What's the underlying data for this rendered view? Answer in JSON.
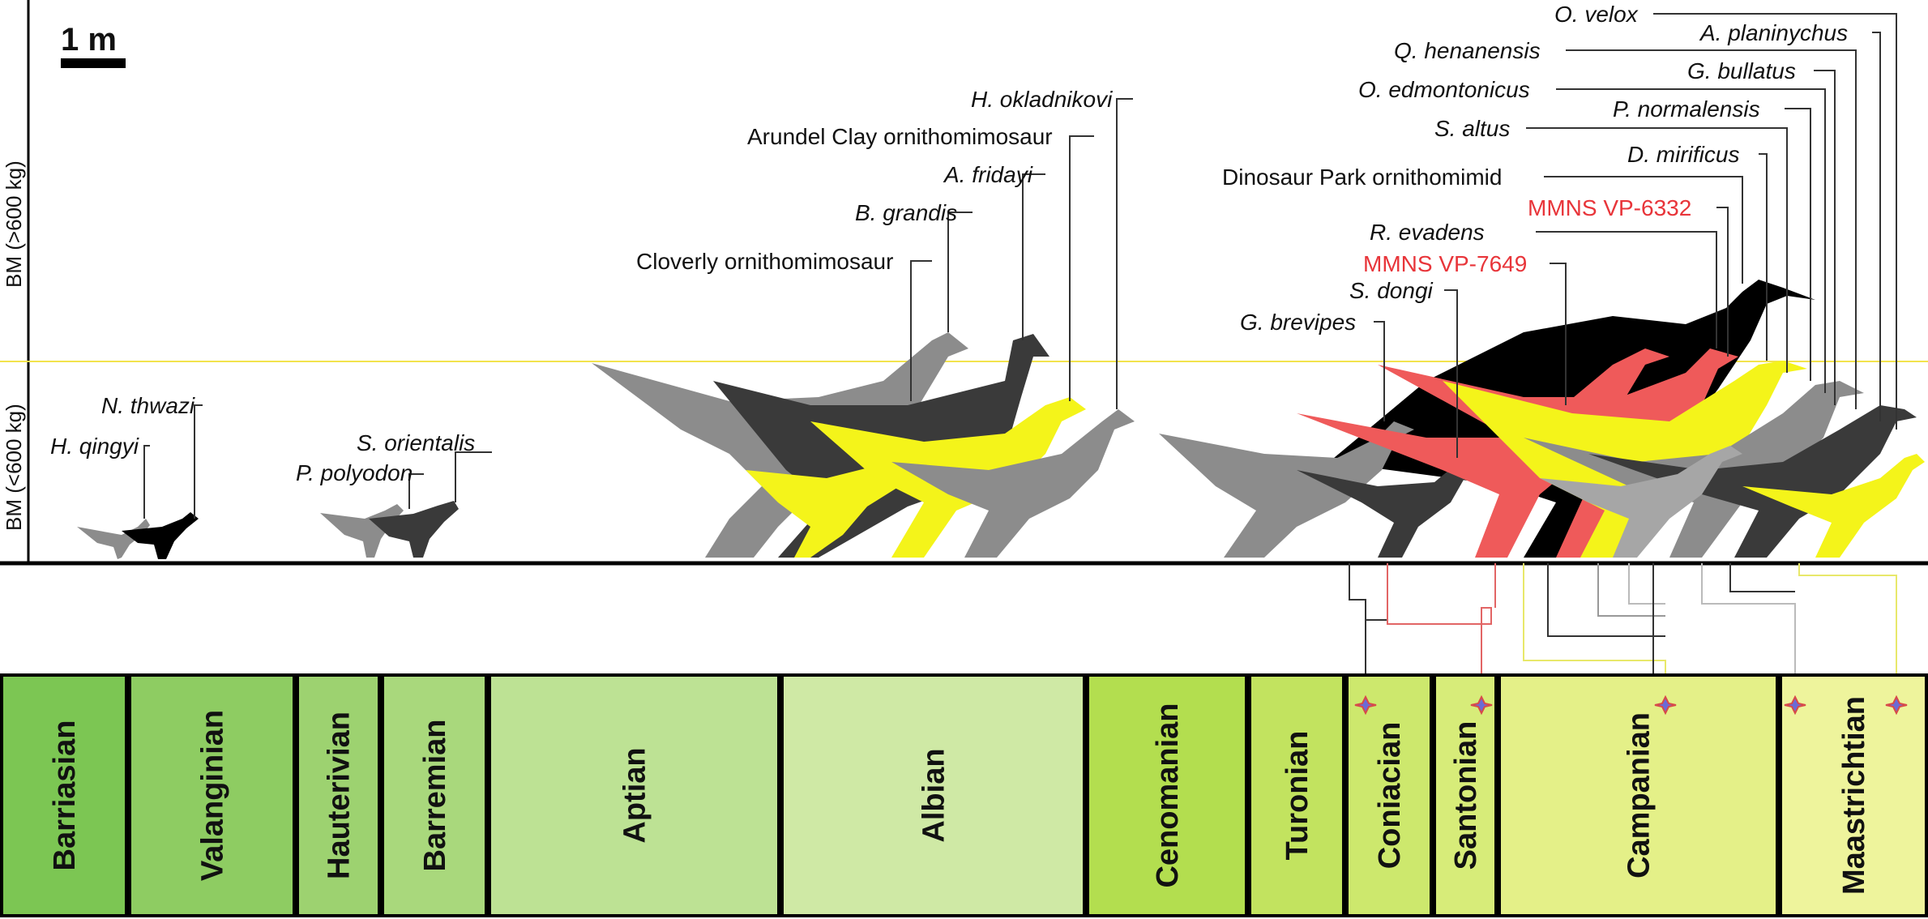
{
  "scale_bar": {
    "label": "1 m"
  },
  "axis": {
    "upper_label": "BM (>600 kg)",
    "lower_label": "BM (<600 kg)"
  },
  "colors": {
    "threshold_line": "#f2e34d",
    "gray": "#8c8c8c",
    "dark": "#3a3a3a",
    "black": "#000000",
    "yellow": "#f4f41a",
    "red": "#ef5a5a",
    "label_red": "#e8353a"
  },
  "taxa": {
    "h_qingyi": "H. qingyi",
    "n_thwazi": "N. thwazi",
    "p_polyodon": "P. polyodon",
    "s_orientalis": "S. orientalis",
    "cloverly": "Cloverly ornithomimosaur",
    "b_grandis": "B. grandis",
    "arundel": "Arundel Clay ornithomimosaur",
    "a_fridayi": "A. fridayi",
    "h_okladnikovi": "H. okladnikovi",
    "g_brevipes": "G. brevipes",
    "s_dongi": "S. dongi",
    "mmns_7649": "MMNS VP-7649",
    "r_evadens": "R. evadens",
    "mmns_6332": "MMNS VP-6332",
    "dinosaur_park": "Dinosaur Park ornithomimid",
    "d_mirificus": "D. mirificus",
    "s_altus": "S. altus",
    "p_normalensis": "P. normalensis",
    "o_edmontonicus": "O. edmontonicus",
    "g_bullatus": "G. bullatus",
    "q_henanensis": "Q. henanensis",
    "a_planinychus": "A. planinychus",
    "o_velox": "O. velox"
  },
  "stages": [
    {
      "name": "Barriasian",
      "color": "#7cc653"
    },
    {
      "name": "Valanginian",
      "color": "#8ecc62"
    },
    {
      "name": "Hauterivian",
      "color": "#9dd270"
    },
    {
      "name": "Barremian",
      "color": "#a9d87c"
    },
    {
      "name": "Aptian",
      "color": "#bde294"
    },
    {
      "name": "Albian",
      "color": "#cfe9a5"
    },
    {
      "name": "Cenomanian",
      "color": "#b3de4f"
    },
    {
      "name": "Turonian",
      "color": "#c2e35f"
    },
    {
      "name": "Coniacian",
      "color": "#cde86d"
    },
    {
      "name": "Santonian",
      "color": "#d7ec79"
    },
    {
      "name": "Campanian",
      "color": "#e4f088"
    },
    {
      "name": "Maastrichtian",
      "color": "#eef49c"
    }
  ]
}
